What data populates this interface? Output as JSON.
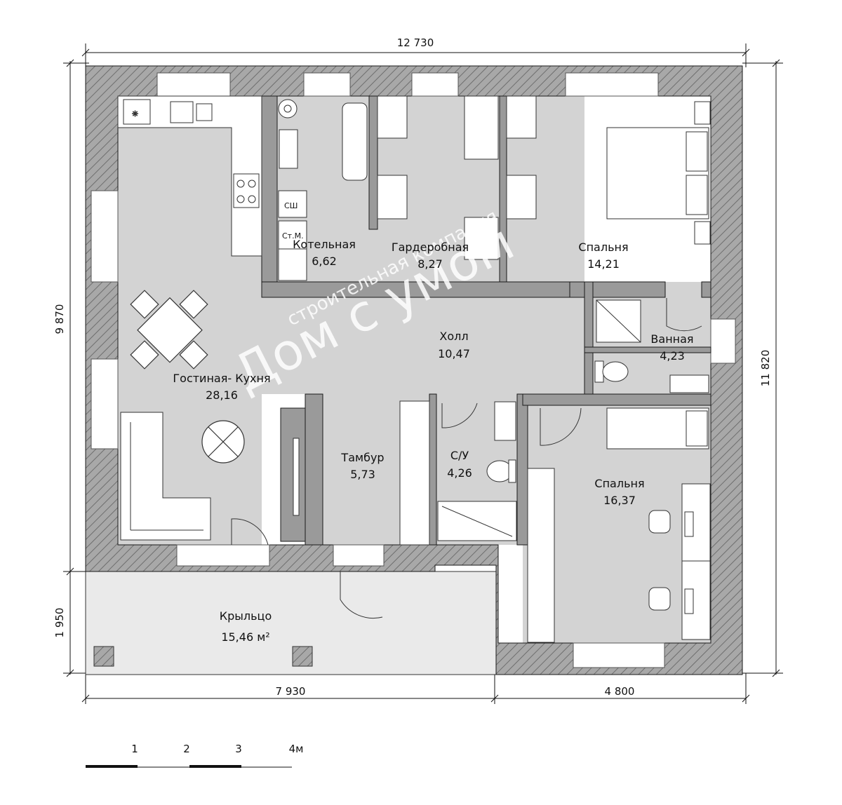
{
  "dimensions": {
    "top_total": "12 730",
    "left_main": "9 870",
    "left_porch": "1 950",
    "right_total": "11 820",
    "bottom_left": "7 930",
    "bottom_right": "4 800"
  },
  "rooms": [
    {
      "id": "living-kitchen",
      "name": "Гостиная- Кухня",
      "area": "28,16"
    },
    {
      "id": "boiler",
      "name": "Котельная",
      "area": "6,62"
    },
    {
      "id": "wardrobe",
      "name": "Гардеробная",
      "area": "8,27"
    },
    {
      "id": "bedroom-1",
      "name": "Спальня",
      "area": "14,21"
    },
    {
      "id": "hall",
      "name": "Холл",
      "area": "10,47"
    },
    {
      "id": "bathroom",
      "name": "Ванная",
      "area": "4,23"
    },
    {
      "id": "vestibule",
      "name": "Тамбур",
      "area": "5,73"
    },
    {
      "id": "wc",
      "name": "С/У",
      "area": "4,26"
    },
    {
      "id": "bedroom-2",
      "name": "Спальня",
      "area": "16,37"
    }
  ],
  "porch": {
    "name": "Крыльцо",
    "area": "15,46 м²"
  },
  "fixture_labels": {
    "sewer": "СШ",
    "washer": "Ст.М."
  },
  "scale_bar": {
    "ticks": [
      "1",
      "2",
      "3",
      "4м"
    ]
  },
  "watermark": {
    "line1": "строительная компания",
    "line2": "Дом с умом"
  },
  "colors": {
    "wall_fill": "#a8a8a8",
    "floor": "#d3d3d3",
    "porch": "#eaeaea",
    "line": "#1a1a1a"
  },
  "icons": [
    "fridge-icon",
    "sink-icon",
    "stove-icon",
    "boiler-icon",
    "bathtub-icon",
    "toilet-icon",
    "shower-icon",
    "bed-icon",
    "sofa-icon",
    "table-icon",
    "tv-icon",
    "desk-icon",
    "chair-icon"
  ]
}
